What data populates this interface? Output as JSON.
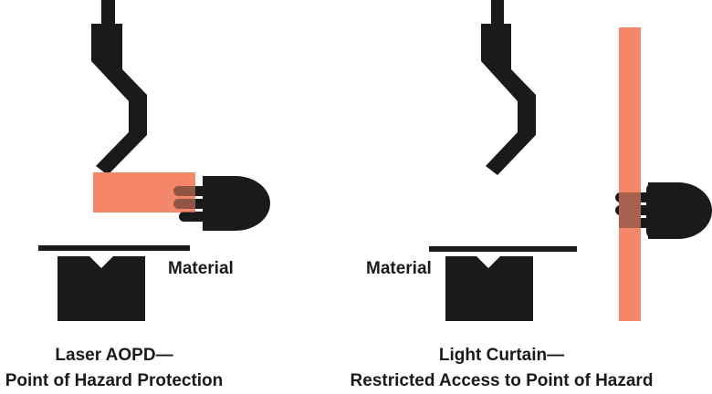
{
  "colors": {
    "ink": "#1a1a1a",
    "beam": "#f4876a",
    "background": "#ffffff"
  },
  "panels": [
    {
      "material_label": "Material",
      "caption_line1": "Laser AOPD—",
      "caption_line2": "Point of Hazard Protection"
    },
    {
      "material_label": "Material",
      "caption_line1": "Light Curtain—",
      "caption_line2": "Restricted Access to Point of Hazard"
    }
  ]
}
